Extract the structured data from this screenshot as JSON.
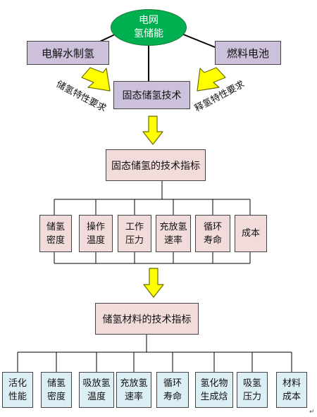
{
  "center_node": "电网\n氢储能",
  "source_left": "电解水制氢",
  "source_right": "燃料电池",
  "core_node": "固态储氢技术",
  "arrow_label_left": "储氢特性要求",
  "arrow_label_right": "释氢特性要求",
  "tech_indicator_title": "固态储氢的技术指标",
  "tech_indicators": [
    "储氢\n密度",
    "操作\n温度",
    "工作\n压力",
    "充放氢\n速率",
    "循环\n寿命",
    "成本"
  ],
  "material_indicator_title": "储氢材料的技术指标",
  "material_indicators": [
    "活化\n性能",
    "储氢\n密度",
    "吸放氢\n温度",
    "充放氢\n速率",
    "循环\n寿命",
    "氢化物\n生成焓",
    "吸氢\n压力",
    "材料\n成本"
  ],
  "colors": {
    "ellipse": "#00b050",
    "purple_box": "#ccc0da",
    "pink_box": "#f2dcdb",
    "cyan_box": "#dbeef4",
    "arrow_fill": "#ffff00",
    "arrow_stroke": "#6b6b00",
    "line": "#000000"
  }
}
